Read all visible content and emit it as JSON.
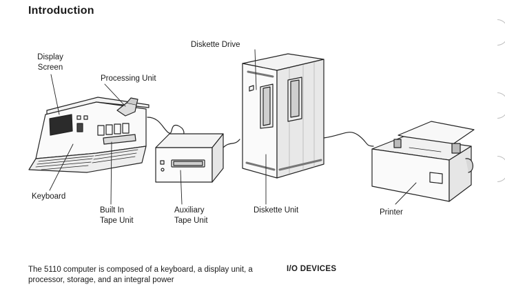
{
  "page": {
    "heading": "Introduction",
    "section_heading": "I/O DEVICES",
    "body_text": "The 5110 computer is composed of a keyboard, a display unit, a processor, storage, and an integral power"
  },
  "labels": {
    "display_screen": "Display Screen",
    "processing_unit": "Processing Unit",
    "keyboard": "Keyboard",
    "built_in_tape_unit": "Built In Tape Unit",
    "auxiliary_tape_unit": "Auxiliary Tape Unit",
    "diskette_drive": "Diskette Drive",
    "diskette_unit": "Diskette Unit",
    "printer": "Printer"
  }
}
